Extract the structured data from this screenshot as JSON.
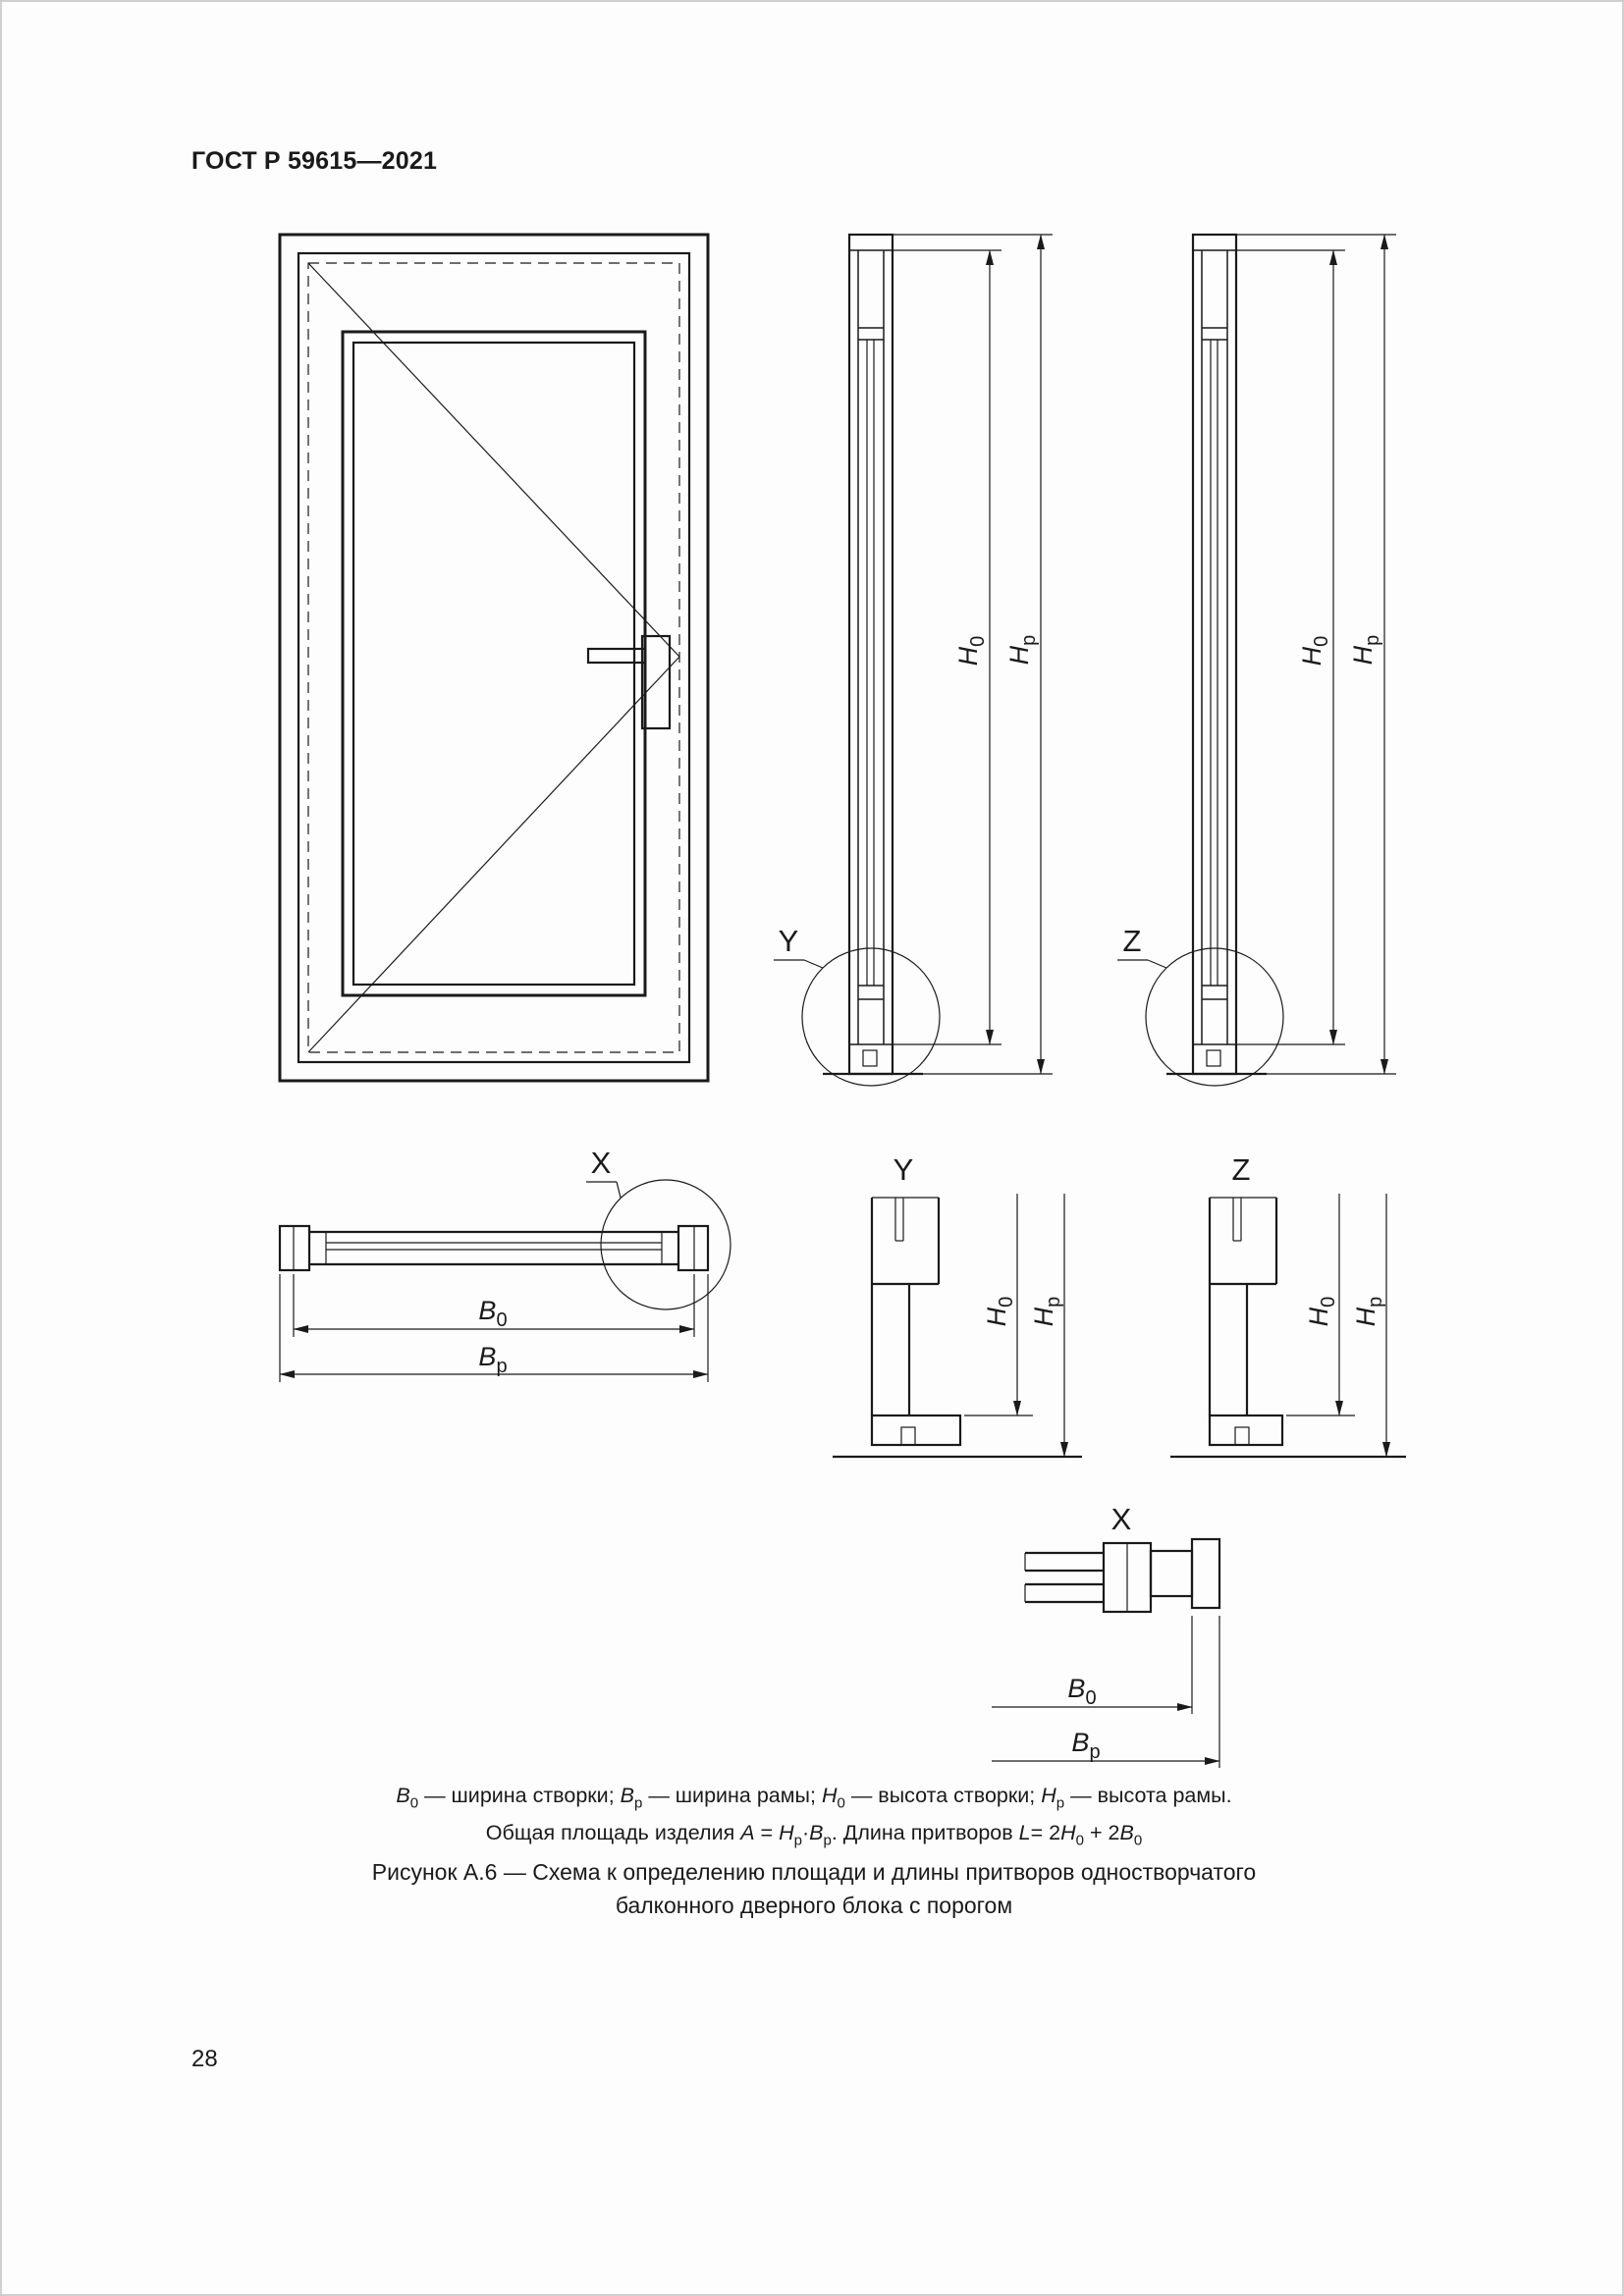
{
  "header": {
    "title": "ГОСТ Р 59615—2021"
  },
  "drawing": {
    "detail_x": "X",
    "detail_y": "Y",
    "detail_z": "Z",
    "dim_H": "H",
    "dim_B": "B",
    "sub_0": "0",
    "sub_p": "р"
  },
  "legend": {
    "b0": {
      "sym": "B",
      "sub": "0",
      "desc": " — ширина створки; "
    },
    "bp": {
      "sym": "B",
      "sub": "р",
      "desc": " — ширина рамы; "
    },
    "h0": {
      "sym": "H",
      "sub": "0",
      "desc": " — высота створки; "
    },
    "hp": {
      "sym": "H",
      "sub": "р",
      "desc": " — высота рамы."
    },
    "formula": {
      "t1": "Общая площадь изделия ",
      "a": "A",
      "t2": " = ",
      "h_sym": "H",
      "h_sub": "р",
      "mult": "·",
      "b_sym": "B",
      "b_sub": "р",
      "t3": ". Длина притворов ",
      "l": "L",
      "t4": "= 2",
      "h0_sym": "H",
      "h0_sub": "0",
      "t5": " + 2",
      "b0_sym": "B",
      "b0_sub": "0"
    }
  },
  "figure": {
    "caption_line1": "Рисунок А.6 — Схема к определению площади и длины притворов одностворчатого",
    "caption_line2": "балконного дверного блока с порогом"
  },
  "footer": {
    "page_number": "28"
  }
}
